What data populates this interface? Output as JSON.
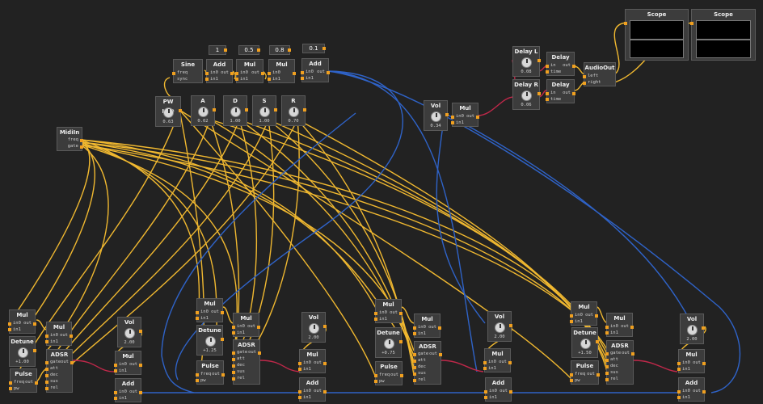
{
  "colors": {
    "audio": "#f0b830",
    "control": "#2f63c8",
    "signal": "#c0284a",
    "pin": "#f0a020"
  },
  "consts": {
    "c1": "1",
    "c2": "0.5",
    "c3": "0.8",
    "c4": "0.1"
  },
  "ports": {
    "freq": "freq",
    "sync": "sync",
    "in0": "in0",
    "in1": "in1",
    "out": "out",
    "gate": "gate",
    "att": "att",
    "dec": "dec",
    "sus": "sus",
    "rel": "rel",
    "pw": "pw",
    "in": "in",
    "time": "time",
    "left": "left",
    "right": "right"
  },
  "top": {
    "sine": "Sine",
    "add": "Add",
    "mul": "Mul",
    "pwlfo": "PW LFO",
    "pwlfo_val": "0.63",
    "a": "A",
    "a_val": "0.02",
    "d": "D",
    "d_val": "1.00",
    "s": "S",
    "s_val": "1.00",
    "r": "R",
    "r_val": "0.70",
    "midiin": "MidiIn",
    "vol": "Vol",
    "vol_val": "0.34",
    "delayl": "Delay L",
    "delayl_val": "0.08",
    "delayr": "Delay R",
    "delayr_val": "0.06",
    "delay": "Delay",
    "audioout": "AudioOut",
    "scope": "Scope"
  },
  "voices": [
    {
      "mul": "Mul",
      "detune": "Detune",
      "detune_val": "+1.00",
      "pulse": "Pulse",
      "adsr": "ADSR",
      "vol": "Vol",
      "vol_val": "2.00",
      "add": "Add"
    },
    {
      "mul": "Mul",
      "detune": "Detune",
      "detune_val": "+1.25",
      "pulse": "Pulse",
      "adsr": "ADSR",
      "vol": "Vol",
      "vol_val": "2.00",
      "add": "Add"
    },
    {
      "mul": "Mul",
      "detune": "Detune",
      "detune_val": "+0.75",
      "pulse": "Pulse",
      "adsr": "ADSR",
      "vol": "Vol",
      "vol_val": "2.00",
      "add": "Add"
    },
    {
      "mul": "Mul",
      "detune": "Detune",
      "detune_val": "+1.50",
      "pulse": "Pulse",
      "adsr": "ADSR",
      "vol": "Vol",
      "vol_val": "2.00",
      "add": "Add"
    }
  ]
}
